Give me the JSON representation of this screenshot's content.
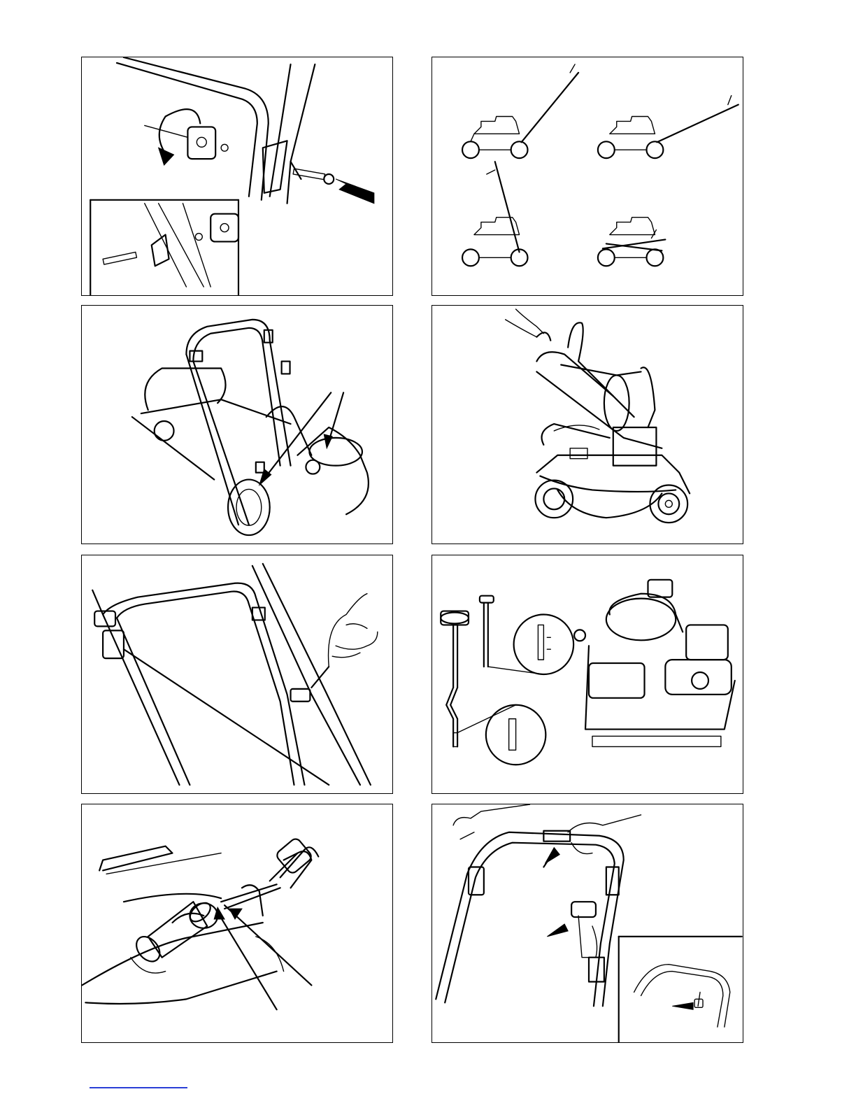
{
  "page": {
    "figures": [
      {
        "id": "fig-1",
        "subject": "handle-mounting-bolt-and-knob"
      },
      {
        "id": "fig-2",
        "subject": "handle-height-positions"
      },
      {
        "id": "fig-3",
        "subject": "cable-routing-on-mower"
      },
      {
        "id": "fig-4",
        "subject": "folded-handle-carry"
      },
      {
        "id": "fig-5",
        "subject": "cable-clip-on-handle"
      },
      {
        "id": "fig-6",
        "subject": "oil-dipstick-levels"
      },
      {
        "id": "fig-7",
        "subject": "oil-filler-spout"
      },
      {
        "id": "fig-8",
        "subject": "handle-controls"
      }
    ],
    "colors": {
      "line": "#000000",
      "background": "#ffffff",
      "footer_link": "#2a3fd6"
    }
  }
}
